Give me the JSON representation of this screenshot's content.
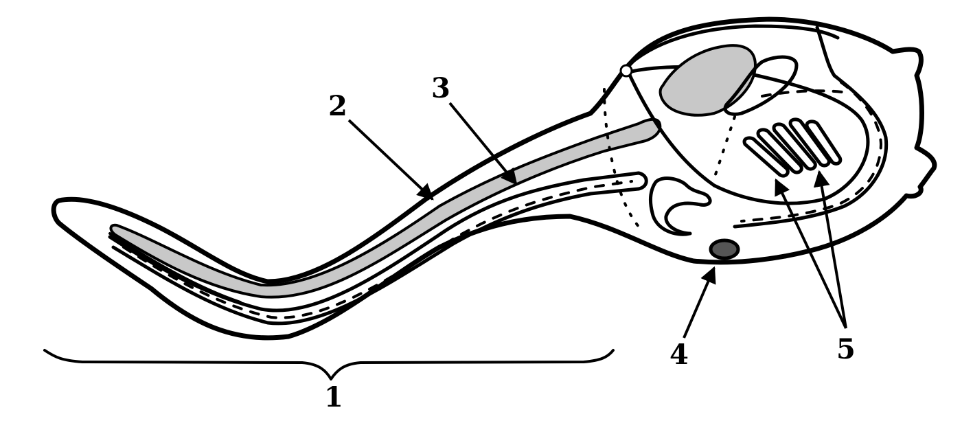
{
  "colors": {
    "background": "#ffffff",
    "ink": "#000000",
    "fill_gray": "#c8c8c8",
    "dark_fill": "#555555"
  },
  "labels": {
    "label_1": "1",
    "label_2": "2",
    "label_3": "3",
    "label_4": "4",
    "label_5": "5"
  }
}
